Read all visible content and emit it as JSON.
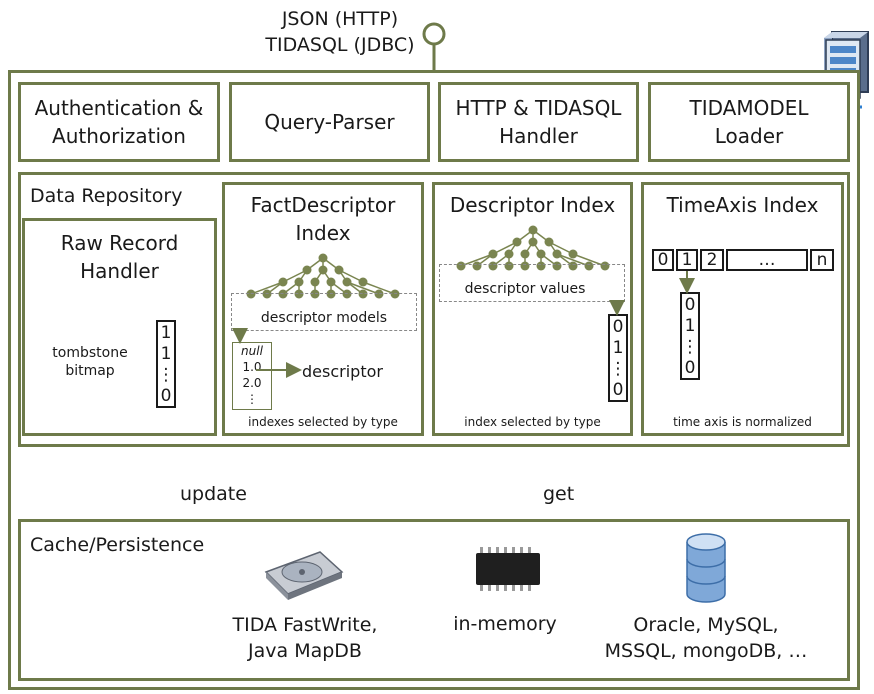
{
  "interface": {
    "line1": "JSON (HTTP)",
    "line2": "TIDASQL (JDBC)"
  },
  "top_modules": [
    {
      "line1": "Authentication &",
      "line2": "Authorization"
    },
    {
      "line1": "Query-Parser",
      "line2": ""
    },
    {
      "line1": "HTTP & TIDASQL",
      "line2": "Handler"
    },
    {
      "line1": "TIDAMODEL",
      "line2": "Loader"
    }
  ],
  "data_repository": {
    "title": "Data Repository",
    "raw_record": {
      "title_line1": "Raw Record",
      "title_line2": "Handler",
      "label_line1": "tombstone",
      "label_line2": "bitmap",
      "bits": [
        "1",
        "1",
        "⋮",
        "0"
      ]
    },
    "fact_descriptor": {
      "title_line1": "FactDescriptor",
      "title_line2": "Index",
      "models_label": "descriptor models",
      "list": [
        "null",
        "1.0",
        "2.0",
        "⋮"
      ],
      "arrow_label": "descriptor",
      "caption": "indexes selected by type"
    },
    "descriptor_index": {
      "title": "Descriptor Index",
      "values_label": "descriptor values",
      "bits": [
        "0",
        "1",
        "⋮",
        "0"
      ],
      "caption": "index selected by type"
    },
    "timeaxis_index": {
      "title": "TimeAxis Index",
      "cells": [
        "0",
        "1",
        "2",
        "…",
        "n"
      ],
      "bits": [
        "0",
        "1",
        "⋮",
        "0"
      ],
      "caption": "time axis is normalized"
    }
  },
  "connectors": {
    "update": "update",
    "get": "get"
  },
  "cache": {
    "title": "Cache/Persistence",
    "items": [
      {
        "line1": "TIDA FastWrite,",
        "line2": "Java MapDB",
        "icon": "hard-drive-icon"
      },
      {
        "line1": "in-memory",
        "line2": "",
        "icon": "memory-chip-icon"
      },
      {
        "line1": "Oracle, MySQL,",
        "line2": "MSSQL, mongoDB, …",
        "icon": "database-icon"
      }
    ]
  },
  "colors": {
    "border": "#6e7a4a",
    "node": "#7a8550",
    "text": "#1a1a1a"
  }
}
